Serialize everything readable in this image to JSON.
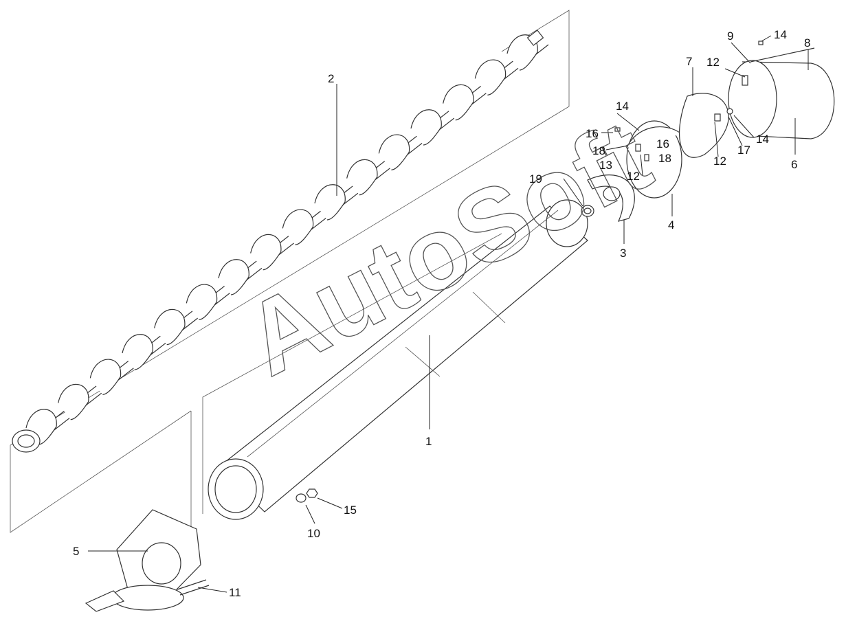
{
  "watermark": "AutoSoft",
  "callouts": [
    {
      "id": "c1",
      "text": "1"
    },
    {
      "id": "c2",
      "text": "2"
    },
    {
      "id": "c3",
      "text": "3"
    },
    {
      "id": "c4",
      "text": "4"
    },
    {
      "id": "c5",
      "text": "5"
    },
    {
      "id": "c6",
      "text": "6"
    },
    {
      "id": "c7",
      "text": "7"
    },
    {
      "id": "c8",
      "text": "8"
    },
    {
      "id": "c9",
      "text": "9"
    },
    {
      "id": "c10",
      "text": "10"
    },
    {
      "id": "c11",
      "text": "11"
    },
    {
      "id": "c12a",
      "text": "12"
    },
    {
      "id": "c12b",
      "text": "12"
    },
    {
      "id": "c12c",
      "text": "12"
    },
    {
      "id": "c13",
      "text": "13"
    },
    {
      "id": "c14a",
      "text": "14"
    },
    {
      "id": "c14b",
      "text": "14"
    },
    {
      "id": "c14c",
      "text": "14"
    },
    {
      "id": "c15",
      "text": "15"
    },
    {
      "id": "c16a",
      "text": "16"
    },
    {
      "id": "c16b",
      "text": "16"
    },
    {
      "id": "c17",
      "text": "17"
    },
    {
      "id": "c18a",
      "text": "18"
    },
    {
      "id": "c18b",
      "text": "18"
    },
    {
      "id": "c19",
      "text": "19"
    }
  ]
}
